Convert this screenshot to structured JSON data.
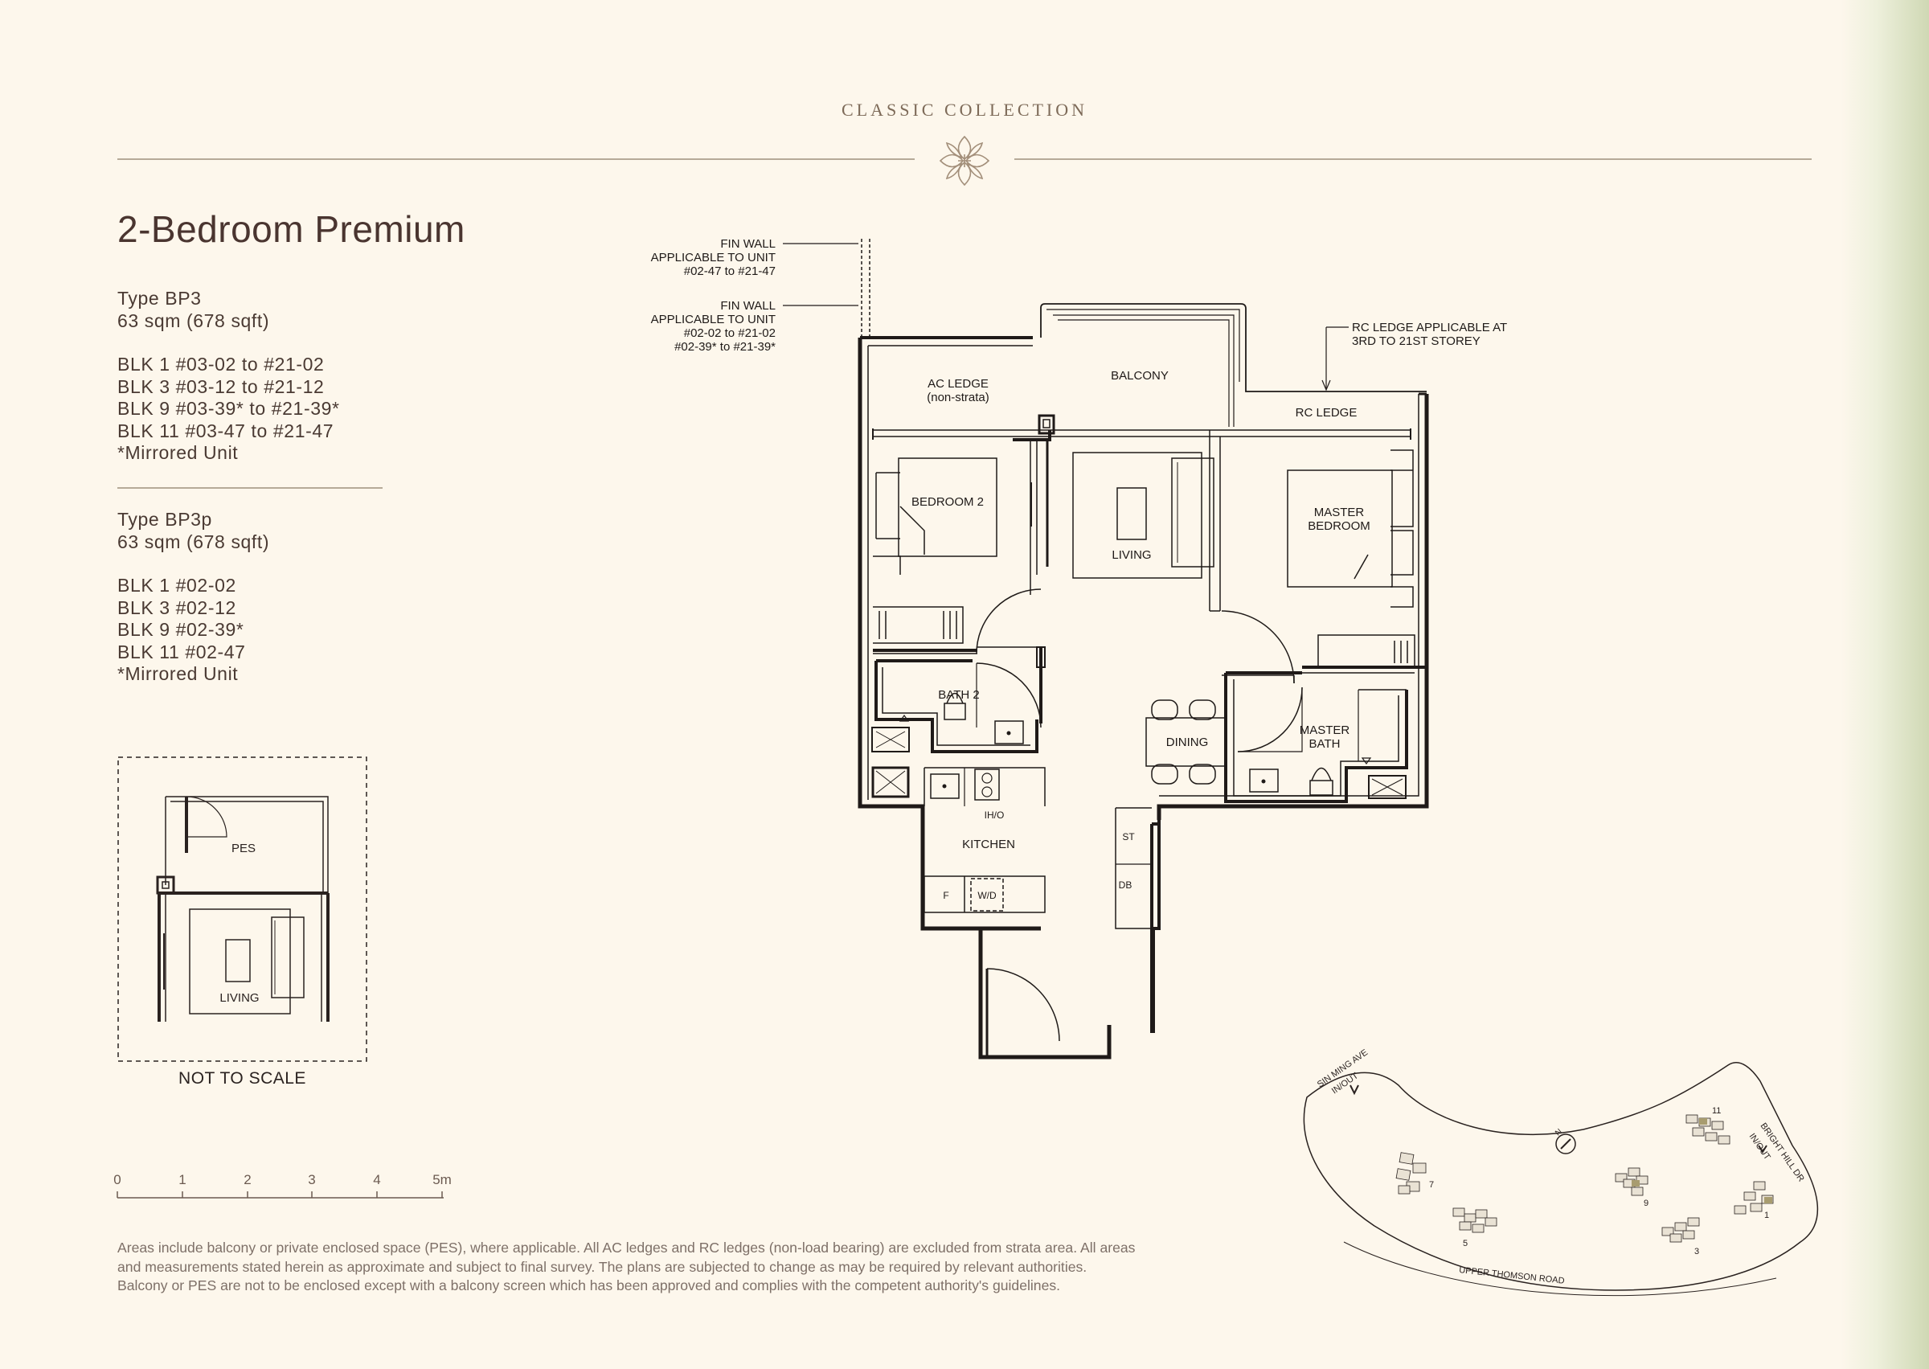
{
  "header": {
    "collection": "CLASSIC COLLECTION"
  },
  "unit": {
    "title": "2-Bedroom Premium"
  },
  "types": [
    {
      "name": "Type BP3",
      "area": "63 sqm (678 sqft)",
      "units": [
        "BLK 1 #03-02 to #21-02",
        "BLK 3 #03-12 to #21-12",
        "BLK 9 #03-39* to #21-39*",
        "BLK 11 #03-47 to #21-47"
      ],
      "note": "*Mirrored Unit"
    },
    {
      "name": "Type BP3p",
      "area": "63 sqm (678 sqft)",
      "units": [
        "BLK 1 #02-02",
        "BLK 3 #02-12",
        "BLK 9 #02-39*",
        "BLK 11 #02-47"
      ],
      "note": "*Mirrored Unit"
    }
  ],
  "pes_inset": {
    "pes_label": "PES",
    "living_label": "LIVING",
    "caption": "NOT TO SCALE"
  },
  "scale_bar": {
    "ticks": [
      "0",
      "1",
      "2",
      "3",
      "4",
      "5m"
    ]
  },
  "floorplan": {
    "rooms": {
      "ac_ledge": [
        "AC LEDGE",
        "(non-strata)"
      ],
      "balcony": "BALCONY",
      "rc_ledge": "RC LEDGE",
      "bedroom2": "BEDROOM 2",
      "living": "LIVING",
      "master_bedroom": [
        "MASTER",
        "BEDROOM"
      ],
      "bath2": "BATH 2",
      "dining": "DINING",
      "master_bath": [
        "MASTER",
        "BATH"
      ],
      "kitchen": "KITCHEN",
      "iho": "IH/O",
      "fridge": "F",
      "washer": "W/D",
      "store": "ST",
      "db": "DB"
    },
    "annotations": {
      "fin_wall_1": [
        "FIN WALL",
        "APPLICABLE TO UNIT",
        "#02-47 to #21-47"
      ],
      "fin_wall_2": [
        "FIN WALL",
        "APPLICABLE TO UNIT",
        "#02-02 to #21-02",
        "#02-39* to #21-39*"
      ],
      "rc_ledge_note": [
        "RC LEDGE APPLICABLE AT",
        "3RD TO 21ST STOREY"
      ]
    }
  },
  "siteplan": {
    "roads": {
      "sin_ming": [
        "SIN MING AVE",
        "IN/OUT"
      ],
      "bright_hill": [
        "BRIGHT HILL DR",
        "IN/OUT"
      ],
      "upper_thomson": "UPPER THOMSON ROAD"
    },
    "north": "N",
    "blocks": [
      "11",
      "7",
      "9",
      "5",
      "3",
      "1"
    ]
  },
  "disclaimer": [
    "Areas include balcony or private enclosed space (PES), where applicable. All AC ledges and RC ledges (non-load bearing) are excluded from strata area. All areas",
    "and measurements stated herein as approximate and subject to final survey. The plans are subjected to change as may be required by relevant authorities.",
    "Balcony or PES are not to be enclosed except with a balcony screen which has been approved and complies with the competent authority's guidelines."
  ]
}
